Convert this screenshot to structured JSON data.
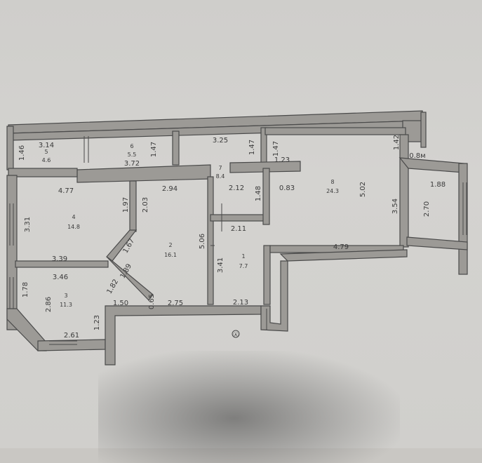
{
  "plan": {
    "rooms": [
      {
        "number": "1",
        "area": "7.7"
      },
      {
        "number": "2",
        "area": "16.1"
      },
      {
        "number": "3",
        "area": "11.3"
      },
      {
        "number": "4",
        "area": "14.8"
      },
      {
        "number": "5",
        "area": "4.6"
      },
      {
        "number": "6",
        "area": "5.5"
      },
      {
        "number": "7",
        "area": "8.4"
      },
      {
        "number": "8",
        "area": "24.3"
      }
    ],
    "dimensions": [
      "3.14",
      "1.46",
      "3.72",
      "1.47",
      "3.25",
      "1.47",
      "1.47",
      "1.23",
      "1.42",
      "0.8м",
      "4.77",
      "2.94",
      "2.12",
      "0.83",
      "1.48",
      "1.88",
      "5.02",
      "3.54",
      "2.70",
      "3.31",
      "1.97",
      "2.03",
      "2.11",
      "5.06",
      "3.41",
      "1.67",
      "3.39",
      "4.79",
      "3.46",
      "1.89",
      "1.82",
      "1.78",
      "2.86",
      "1.50",
      "0.65",
      "2.75",
      "2.13",
      "1.23",
      "2.61"
    ],
    "stamp": "Ⓐ"
  }
}
